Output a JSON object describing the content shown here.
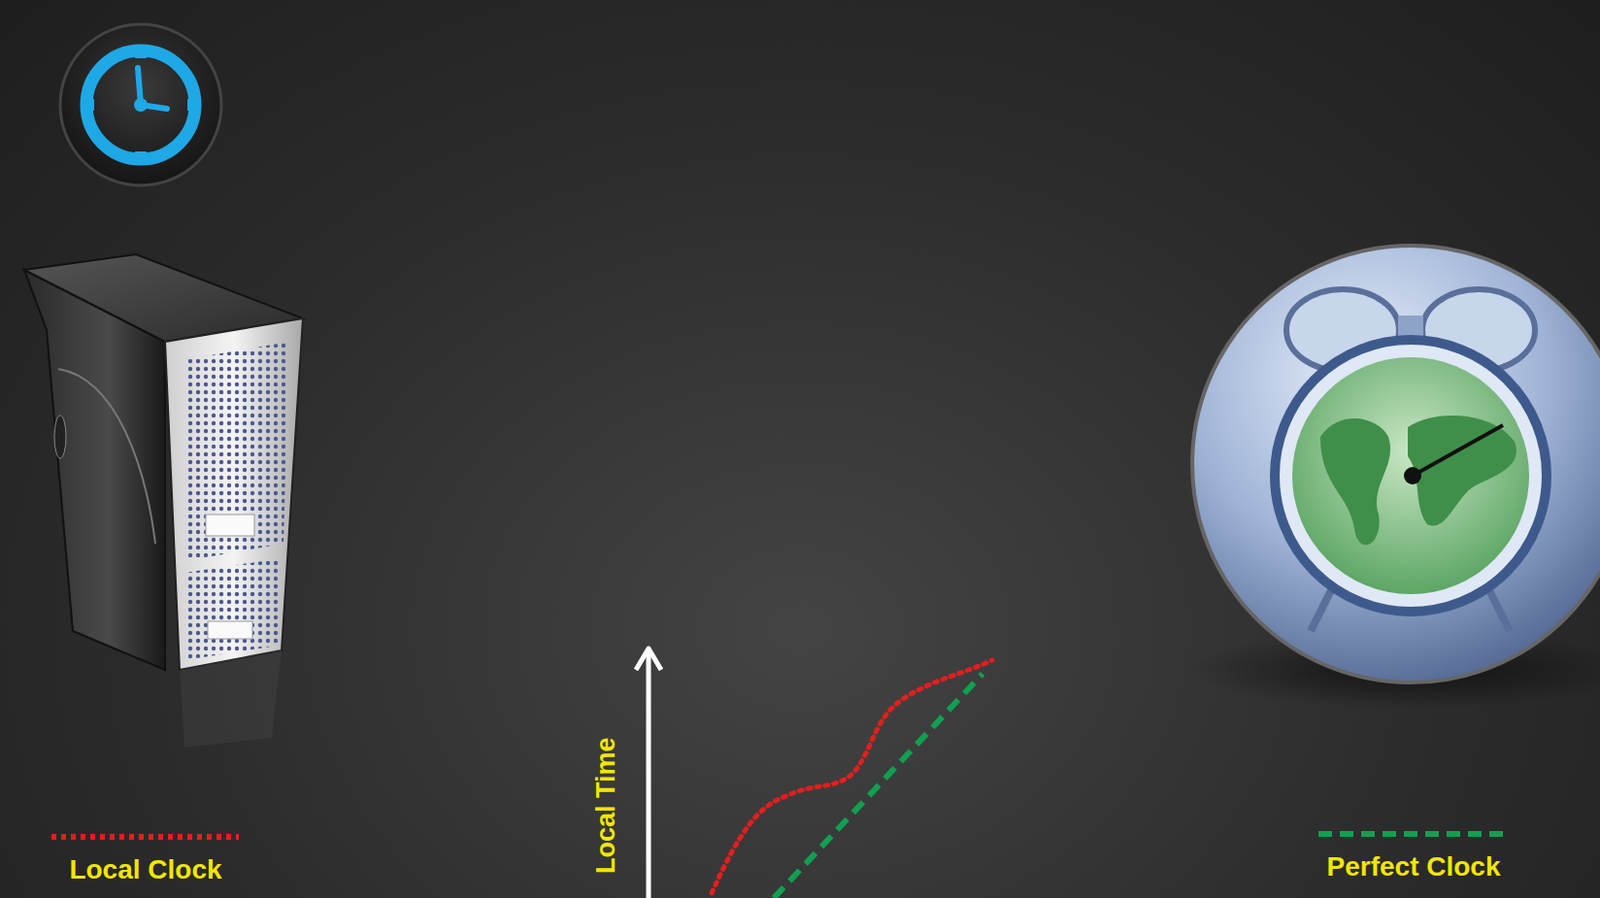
{
  "diagram": {
    "labels": [
      "Local Time"
    ],
    "legend": [
      {
        "text": "Local Clock"
      },
      {
        "text": "Perfect Clock"
      }
    ]
  }
}
